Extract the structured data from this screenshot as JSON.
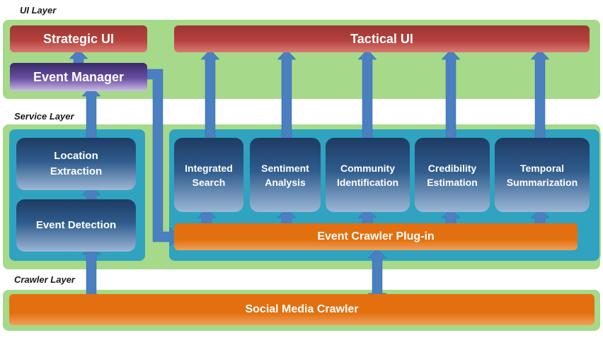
{
  "layers": {
    "ui": "UI Layer",
    "service": "Service Layer",
    "crawler": "Crawler Layer"
  },
  "ui_layer": {
    "strategic_ui": "Strategic UI",
    "tactical_ui": "Tactical UI",
    "event_manager": "Event Manager"
  },
  "service_layer": {
    "location_extraction": "Location Extraction",
    "event_detection": "Event Detection",
    "modules": [
      "Integrated Search",
      "Sentiment Analysis",
      "Community Identification",
      "Credibility Estimation",
      "Temporal Summarization"
    ],
    "event_crawler_plugin": "Event Crawler Plug-in"
  },
  "crawler_layer": {
    "social_media_crawler": "Social Media Crawler"
  },
  "colors": {
    "layer_background": "#a6d98a",
    "service_panel": "#2fa3bf",
    "ui_box": "#b5403d",
    "manager_box": "#6a4fa3",
    "module_box": "#2f5c8d",
    "crawler_box": "#e2700f",
    "arrow": "#4a7fc0"
  }
}
